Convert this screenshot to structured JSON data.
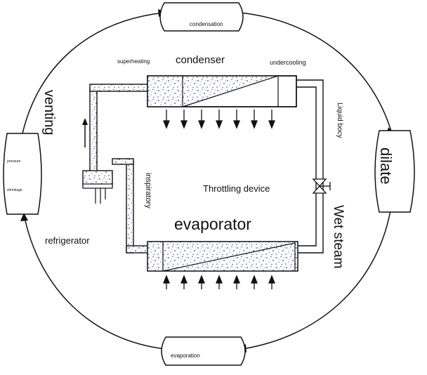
{
  "labels": {
    "condensation": "condensation",
    "evaporation": "evaporation",
    "pressure": "pressure",
    "shrinkage": "shrinkage",
    "venting": "venting",
    "dilate": "dilate",
    "refrigerator": "refrigerator",
    "superheating": "superheating",
    "condenser": "condenser",
    "undercooling": "undercooling",
    "liquid_body": "Liquid bocy",
    "throttling_device": "Throttling device",
    "inspiratory": "inspiratory",
    "evaporator": "evaporator",
    "wet_steam": "Wet steam"
  },
  "colors": {
    "line": "#111111",
    "speckle": "#2b3fae",
    "background": "#ffffff"
  }
}
